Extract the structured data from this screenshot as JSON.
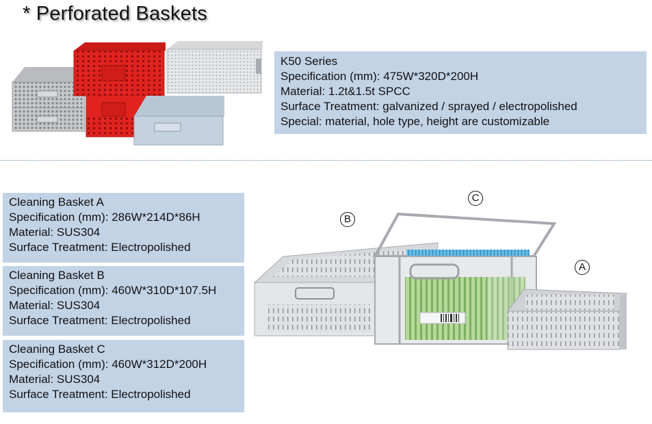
{
  "page": {
    "title": "* Perforated Baskets"
  },
  "k50_series": {
    "name": "K50 Series",
    "specification": "Specification (mm): 475W*320D*200H",
    "material": "Material: 1.2t&1.5t SPCC",
    "surface_treatment": "Surface Treatment: galvanized / sprayed / electropolished",
    "special": "Special: material, hole type, height are customizable"
  },
  "cleaning_baskets": [
    {
      "name": "Cleaning Basket A",
      "specification": "Specification (mm): 286W*214D*86H",
      "material": "Material: SUS304",
      "surface_treatment": "Surface Treatment: Electropolished"
    },
    {
      "name": "Cleaning Basket B",
      "specification": "Specification (mm): 460W*310D*107.5H",
      "material": "Material: SUS304",
      "surface_treatment": "Surface Treatment: Electropolished"
    },
    {
      "name": "Cleaning Basket C",
      "specification": "Specification (mm): 460W*312D*200H",
      "material": "Material: SUS304",
      "surface_treatment": "Surface Treatment: Electropolished"
    }
  ],
  "photo_labels": {
    "a": "A",
    "b": "B",
    "c": "C"
  },
  "colors": {
    "info_box_bg": "#c3d3e6",
    "red_basket": "#e0231f",
    "silver": "#c9cdd1",
    "blue_rack": "#4fb0e0",
    "green_tubes": "#9cc97a"
  }
}
